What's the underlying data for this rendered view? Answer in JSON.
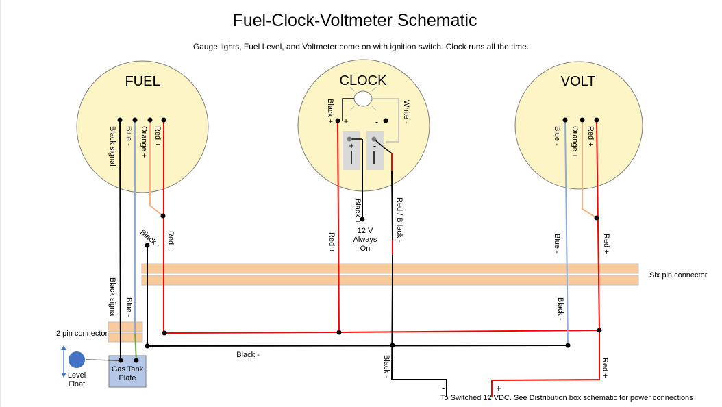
{
  "title": "Fuel-Clock-Voltmeter Schematic",
  "subtitle": "Gauge lights, Fuel Level, and Voltmeter come on with ignition switch. Clock runs all the time.",
  "gauges": {
    "fuel": {
      "name": "FUEL",
      "wires": [
        "Black  signal",
        "Blue -",
        "Orange +",
        "Red +"
      ]
    },
    "clock": {
      "name": "CLOCK",
      "black_plus": "Black +",
      "white_minus": "White -",
      "plus": "+",
      "minus": "-",
      "batt_plus": "+",
      "batt_minus": "-"
    },
    "volt": {
      "name": "VOLT",
      "wires": [
        "Blue -",
        "Orange +",
        "Red +"
      ]
    }
  },
  "wire_labels": {
    "fuel_black_minus": "Black -",
    "fuel_red_plus": "Red +",
    "fuel_black_signal": "Black  signal",
    "fuel_blue_minus": "Blue -",
    "clock_black_plus": "Black +",
    "clock_red_black": "Red / B lack -",
    "clock_red_plus": "Red +",
    "clock_black_minus": "Black -",
    "volt_blue_minus": "Blue -",
    "volt_red_plus": "Red +",
    "volt_black_minus": "Black -",
    "volt_red_plus_lower": "Red +",
    "ground_black": "Black -"
  },
  "always_on": [
    "12 V",
    "Always",
    "On"
  ],
  "six_pin_connector": "Six pin connector",
  "two_pin_connector": "2 pin connector",
  "gas_tank_plate": [
    "Gas Tank",
    "Plate"
  ],
  "level_float": [
    "Level",
    "Float"
  ],
  "power_minus": "-",
  "power_plus": "+",
  "power_note": "To Switched 12 VDC. See Distribution box schematic for power connections",
  "colors": {
    "gauge_face": "#fdf5c5",
    "connector": "#f9cb9c",
    "tank_plate": "#b4c7e7",
    "float": "#4472c4",
    "red": "#ff0000",
    "blue": "#8eaadb",
    "orange": "#f4b183",
    "green": "#70ad47",
    "battery": "#d9d9d9"
  }
}
